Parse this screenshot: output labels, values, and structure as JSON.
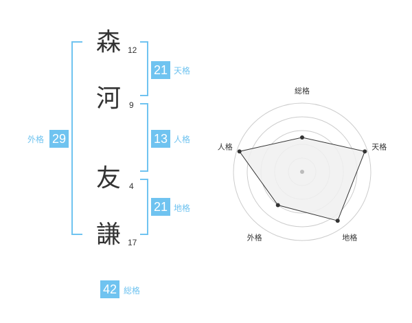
{
  "name": {
    "characters": [
      {
        "char": "森",
        "strokes": "12"
      },
      {
        "char": "河",
        "strokes": "9"
      },
      {
        "char": "友",
        "strokes": "4"
      },
      {
        "char": "謙",
        "strokes": "17"
      }
    ]
  },
  "fortune": {
    "tenkaku": {
      "value": "21",
      "label": "天格"
    },
    "jinkaku": {
      "value": "13",
      "label": "人格"
    },
    "chikaku": {
      "value": "21",
      "label": "地格"
    },
    "gaikaku": {
      "value": "29",
      "label": "外格"
    },
    "soukaku": {
      "value": "42",
      "label": "総格"
    }
  },
  "chart_data": {
    "type": "radar",
    "axes": [
      "総格",
      "天格",
      "地格",
      "外格",
      "人格"
    ],
    "values": [
      0.5,
      0.96,
      0.88,
      0.6,
      0.96
    ],
    "rings": 5,
    "colors": {
      "fill": "#f0f0f0",
      "stroke": "#333333",
      "grid": "#cccccc",
      "point": "#333333"
    }
  },
  "colors": {
    "accent": "#6fc3f0",
    "text": "#333333"
  }
}
